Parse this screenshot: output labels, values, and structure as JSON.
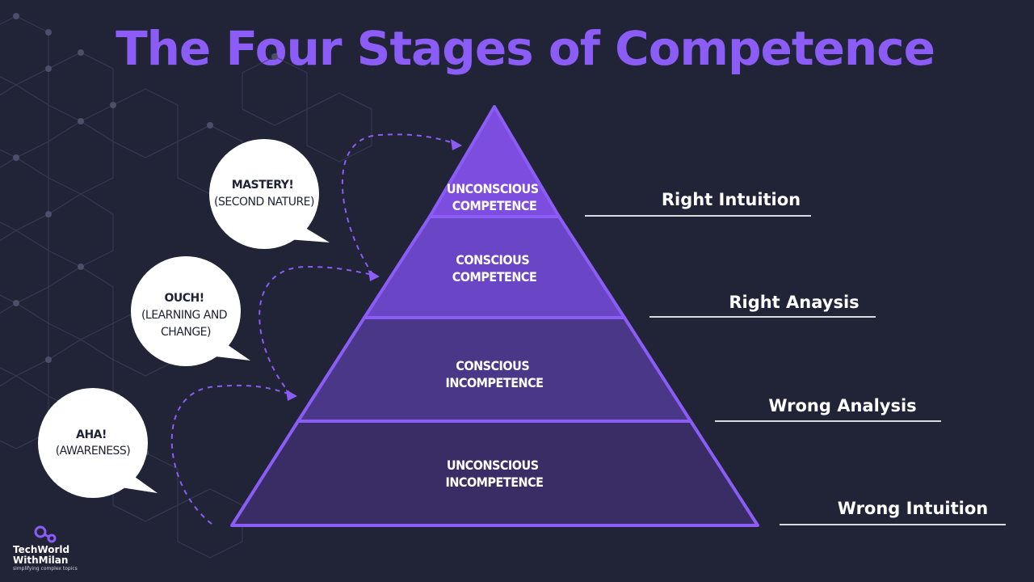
{
  "title": "The Four Stages of Competence",
  "stages": [
    {
      "lines": [
        "UNCONSCIOUS",
        "COMPETENCE"
      ]
    },
    {
      "lines": [
        "CONSCIOUS",
        "COMPETENCE"
      ]
    },
    {
      "lines": [
        "CONSCIOUS",
        "INCOMPETENCE"
      ]
    },
    {
      "lines": [
        "UNCONSCIOUS",
        "INCOMPETENCE"
      ]
    }
  ],
  "bubbles": [
    {
      "lines": [
        "MASTERY!",
        "(SECOND NATURE)"
      ]
    },
    {
      "lines": [
        "OUCH!",
        "(LEARNING AND",
        "CHANGE)"
      ]
    },
    {
      "lines": [
        "AHA!",
        "(AWARENESS)"
      ]
    }
  ],
  "outcomes": [
    "Right Intuition",
    "Right Anaysis",
    "Wrong Analysis",
    "Wrong Intuition"
  ],
  "logo": {
    "line1": "TechWorld",
    "line2": "WithMilan",
    "tagline": "simplifying complex topics"
  },
  "colors": {
    "background": "#202436",
    "title": "#8b5cf6",
    "stage_top": "#7c4ddf",
    "stage_2": "#6a45c6",
    "stage_3": "#4b3787",
    "stage_4": "#3a2d66",
    "outline": "#8b5cf6"
  }
}
